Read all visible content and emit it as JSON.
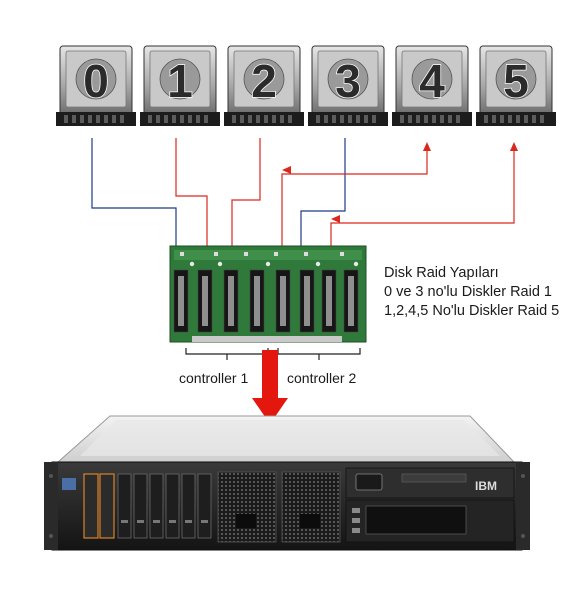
{
  "disks": [
    {
      "label": "0"
    },
    {
      "label": "1"
    },
    {
      "label": "2"
    },
    {
      "label": "3"
    },
    {
      "label": "4"
    },
    {
      "label": "5"
    }
  ],
  "notes": {
    "title": "Disk Raid Yapıları",
    "raid1": "0 ve 3 no'lu Diskler Raid 1",
    "raid5": "1,2,4,5 No'lu Diskler Raid 5"
  },
  "controllers": [
    {
      "label": "controller 1"
    },
    {
      "label": "controller 2"
    }
  ],
  "server": {
    "brand": "IBM"
  },
  "colors": {
    "raid1_line": "#1f3a8a",
    "raid5_line": "#d9281c",
    "arrow": "#e3170d",
    "board": "#2f7a3a",
    "disk_number": "#2b2b2b"
  }
}
